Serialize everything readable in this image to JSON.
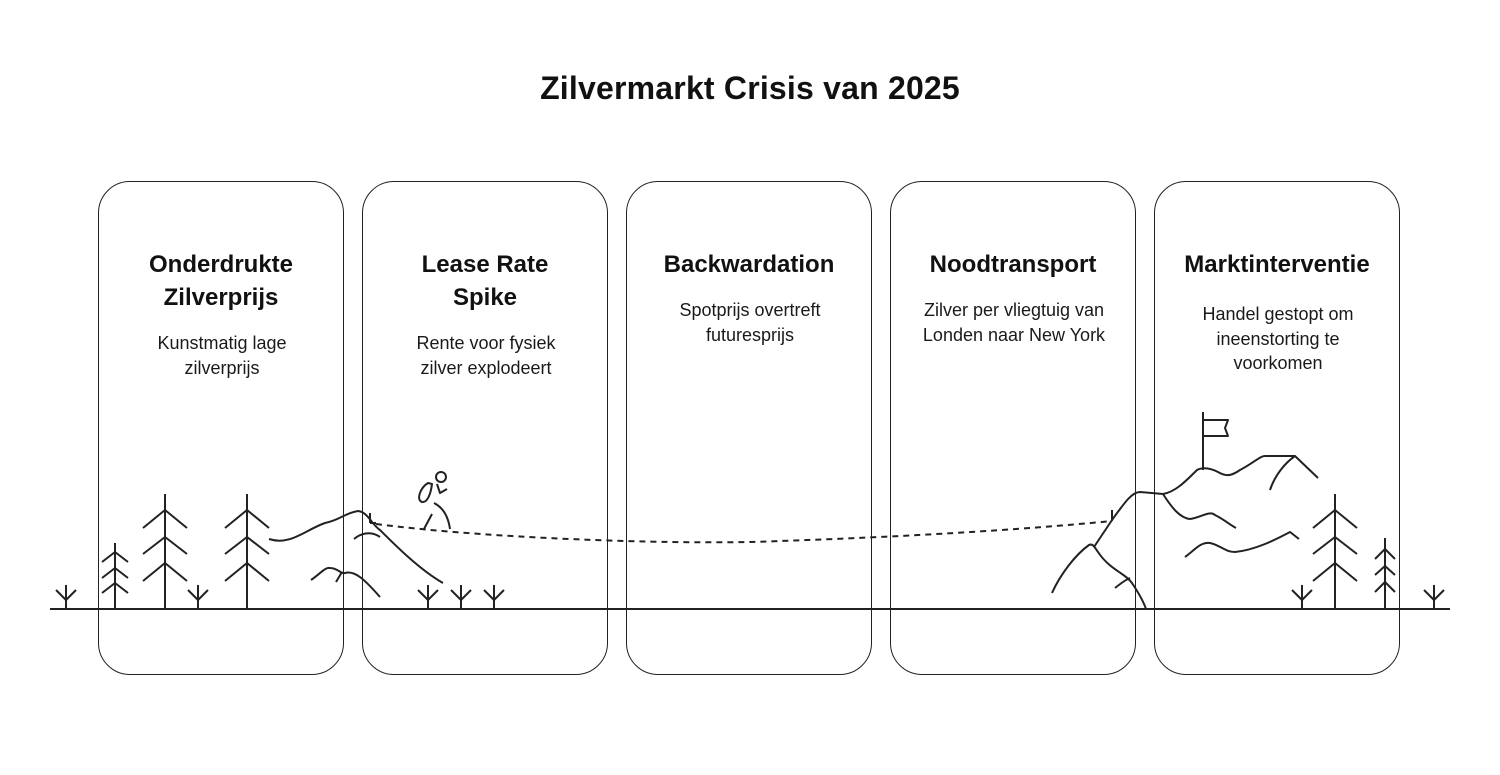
{
  "title": "Zilvermarkt Crisis van 2025",
  "cards": [
    {
      "heading": "Onderdrukte Zilverprijs",
      "heading_lines": [
        "Onderdrukte",
        "Zilverprijs"
      ],
      "description": "Kunstmatig lage zilverprijs",
      "description_lines": [
        "Kunstmatig lage",
        "zilverprijs"
      ]
    },
    {
      "heading": "Lease Rate Spike",
      "heading_lines": [
        "Lease Rate",
        "Spike"
      ],
      "description": "Rente voor fysiek zilver explodeert",
      "description_lines": [
        "Rente voor fysiek",
        "zilver explodeert"
      ]
    },
    {
      "heading": "Backwardation",
      "heading_lines": [
        "Backwardation"
      ],
      "description": "Spotprijs overtreft futuresprijs",
      "description_lines": [
        "Spotprijs overtreft",
        "futuresprijs"
      ]
    },
    {
      "heading": "Noodtransport",
      "heading_lines": [
        "Noodtransport"
      ],
      "description": "Zilver per vliegtuig van Londen naar New York",
      "description_lines": [
        "Zilver per vliegtuig van",
        "Londen naar New York"
      ]
    },
    {
      "heading": "Marktinterventie",
      "heading_lines": [
        "Marktinterventie"
      ],
      "description": "Handel gestopt om ineenstorting te voorkomen",
      "description_lines": [
        "Handel gestopt om",
        "ineenstorting te",
        "voorkomen"
      ]
    }
  ],
  "illustration": {
    "icons": [
      "pine-tree-icon",
      "grass-sprout-icon",
      "hill-icon",
      "hiker-icon",
      "summit-flag-icon",
      "dashed-path"
    ],
    "stroke_color": "#222222"
  }
}
